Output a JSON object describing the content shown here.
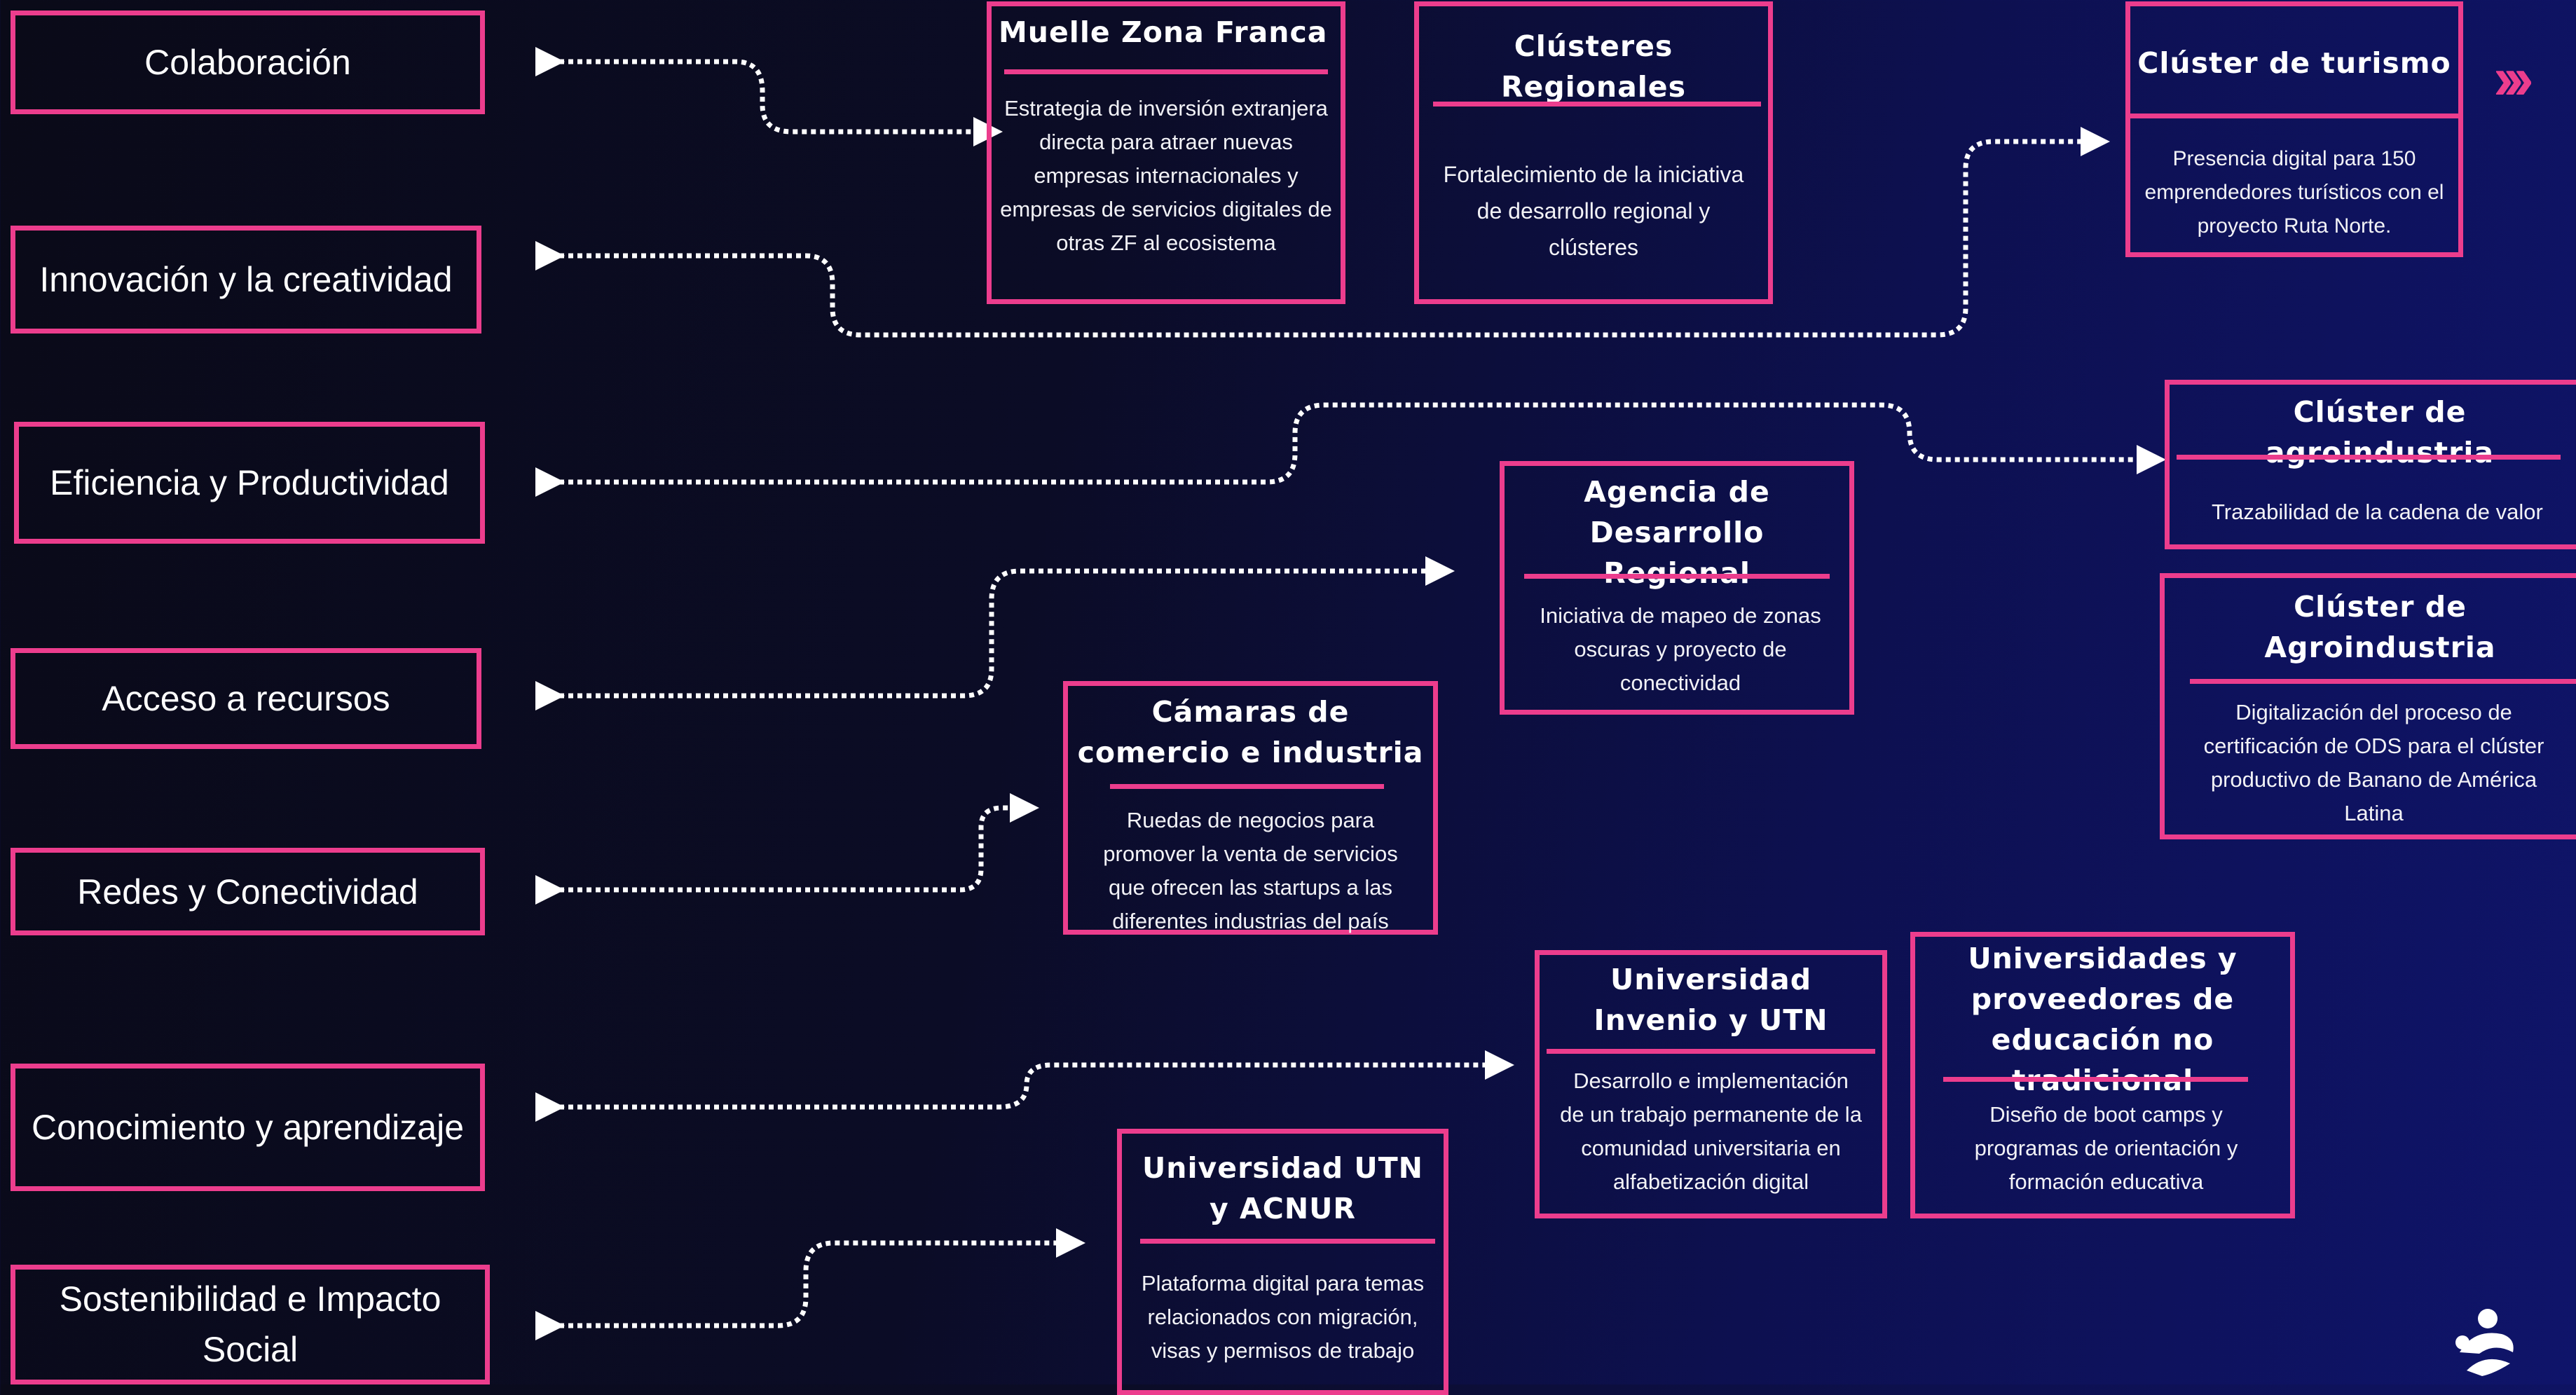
{
  "categories": {
    "colaboracion": "Colaboración",
    "innovacion": "Innovación y la creatividad",
    "eficiencia": "Eficiencia y Productividad",
    "acceso": "Acceso a recursos",
    "redes": "Redes y Conectividad",
    "conocimiento": "Conocimiento y aprendizaje",
    "sostenibilidad": "Sostenibilidad e Impacto Social"
  },
  "initiatives": {
    "muelle": {
      "title": "Muelle Zona Franca",
      "desc": "Estrategia de inversión extranjera directa para atraer nuevas empresas internacionales y empresas de servicios digitales de otras ZF al ecosistema"
    },
    "clusteres": {
      "title": "Clústeres Regionales",
      "desc": "Fortalecimiento de la iniciativa de desarrollo regional y clústeres"
    },
    "turismo": {
      "title": "Clúster de turismo",
      "desc": "Presencia digital para 150 emprendedores turísticos con el proyecto Ruta Norte."
    },
    "agro1": {
      "title": "Clúster de agroindustria",
      "desc": "Trazabilidad de la cadena de valor"
    },
    "agencia": {
      "title": "Agencia de Desarrollo Regional",
      "desc": "Iniciativa de mapeo de zonas oscuras y proyecto de conectividad"
    },
    "agro2": {
      "title": "Clúster de Agroindustria",
      "desc": "Digitalización del proceso de certificación de ODS para el clúster productivo de Banano de América Latina"
    },
    "camaras": {
      "title": "Cámaras de comercio e industria",
      "desc": "Ruedas de negocios para promover la venta de servicios que ofrecen las startups a las diferentes industrias del país"
    },
    "invenio": {
      "title": "Universidad Invenio y UTN",
      "desc": "Desarrollo e implementación de un trabajo permanente de la comunidad universitaria en alfabetización digital"
    },
    "universidades": {
      "title": "Universidades y proveedores de educación no tradicional",
      "desc": "Diseño de boot camps y programas de orientación y formación educativa"
    },
    "acnur": {
      "title": "Universidad UTN y ACNUR",
      "desc": "Plataforma digital para temas relacionados con migración, visas y permisos de trabajo"
    }
  },
  "colors": {
    "accent": "#ec3d8d",
    "connector": "#ffffff",
    "background": "#0b0c26"
  },
  "icons": {
    "chevrons": "triple-chevron-right-icon",
    "logo": "brand-logo-icon"
  }
}
